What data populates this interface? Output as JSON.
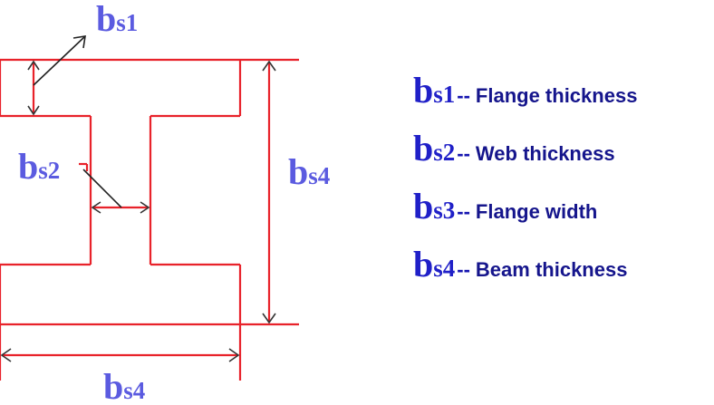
{
  "diagram": {
    "colors": {
      "outline": "#e8222a",
      "arrow": "#222222",
      "symbol": "#5b5be0",
      "legend_symbol": "#2020c8",
      "legend_text": "#15158c"
    },
    "labels": {
      "bs1": {
        "main": "b",
        "sub": "s1"
      },
      "bs2": {
        "main": "b",
        "sub": "s2"
      },
      "bs4_right": {
        "main": "b",
        "sub": "s4"
      },
      "bs4_bottom": {
        "main": "b",
        "sub": "s4"
      }
    }
  },
  "legend": [
    {
      "main": "b",
      "sub": "s1",
      "sep": "--",
      "text": "Flange thickness"
    },
    {
      "main": "b",
      "sub": "s2",
      "sep": "--",
      "text": "Web thickness"
    },
    {
      "main": "b",
      "sub": "s3",
      "sep": "--",
      "text": "Flange width"
    },
    {
      "main": "b",
      "sub": "s4",
      "sep": "--",
      "text": "Beam thickness"
    }
  ]
}
